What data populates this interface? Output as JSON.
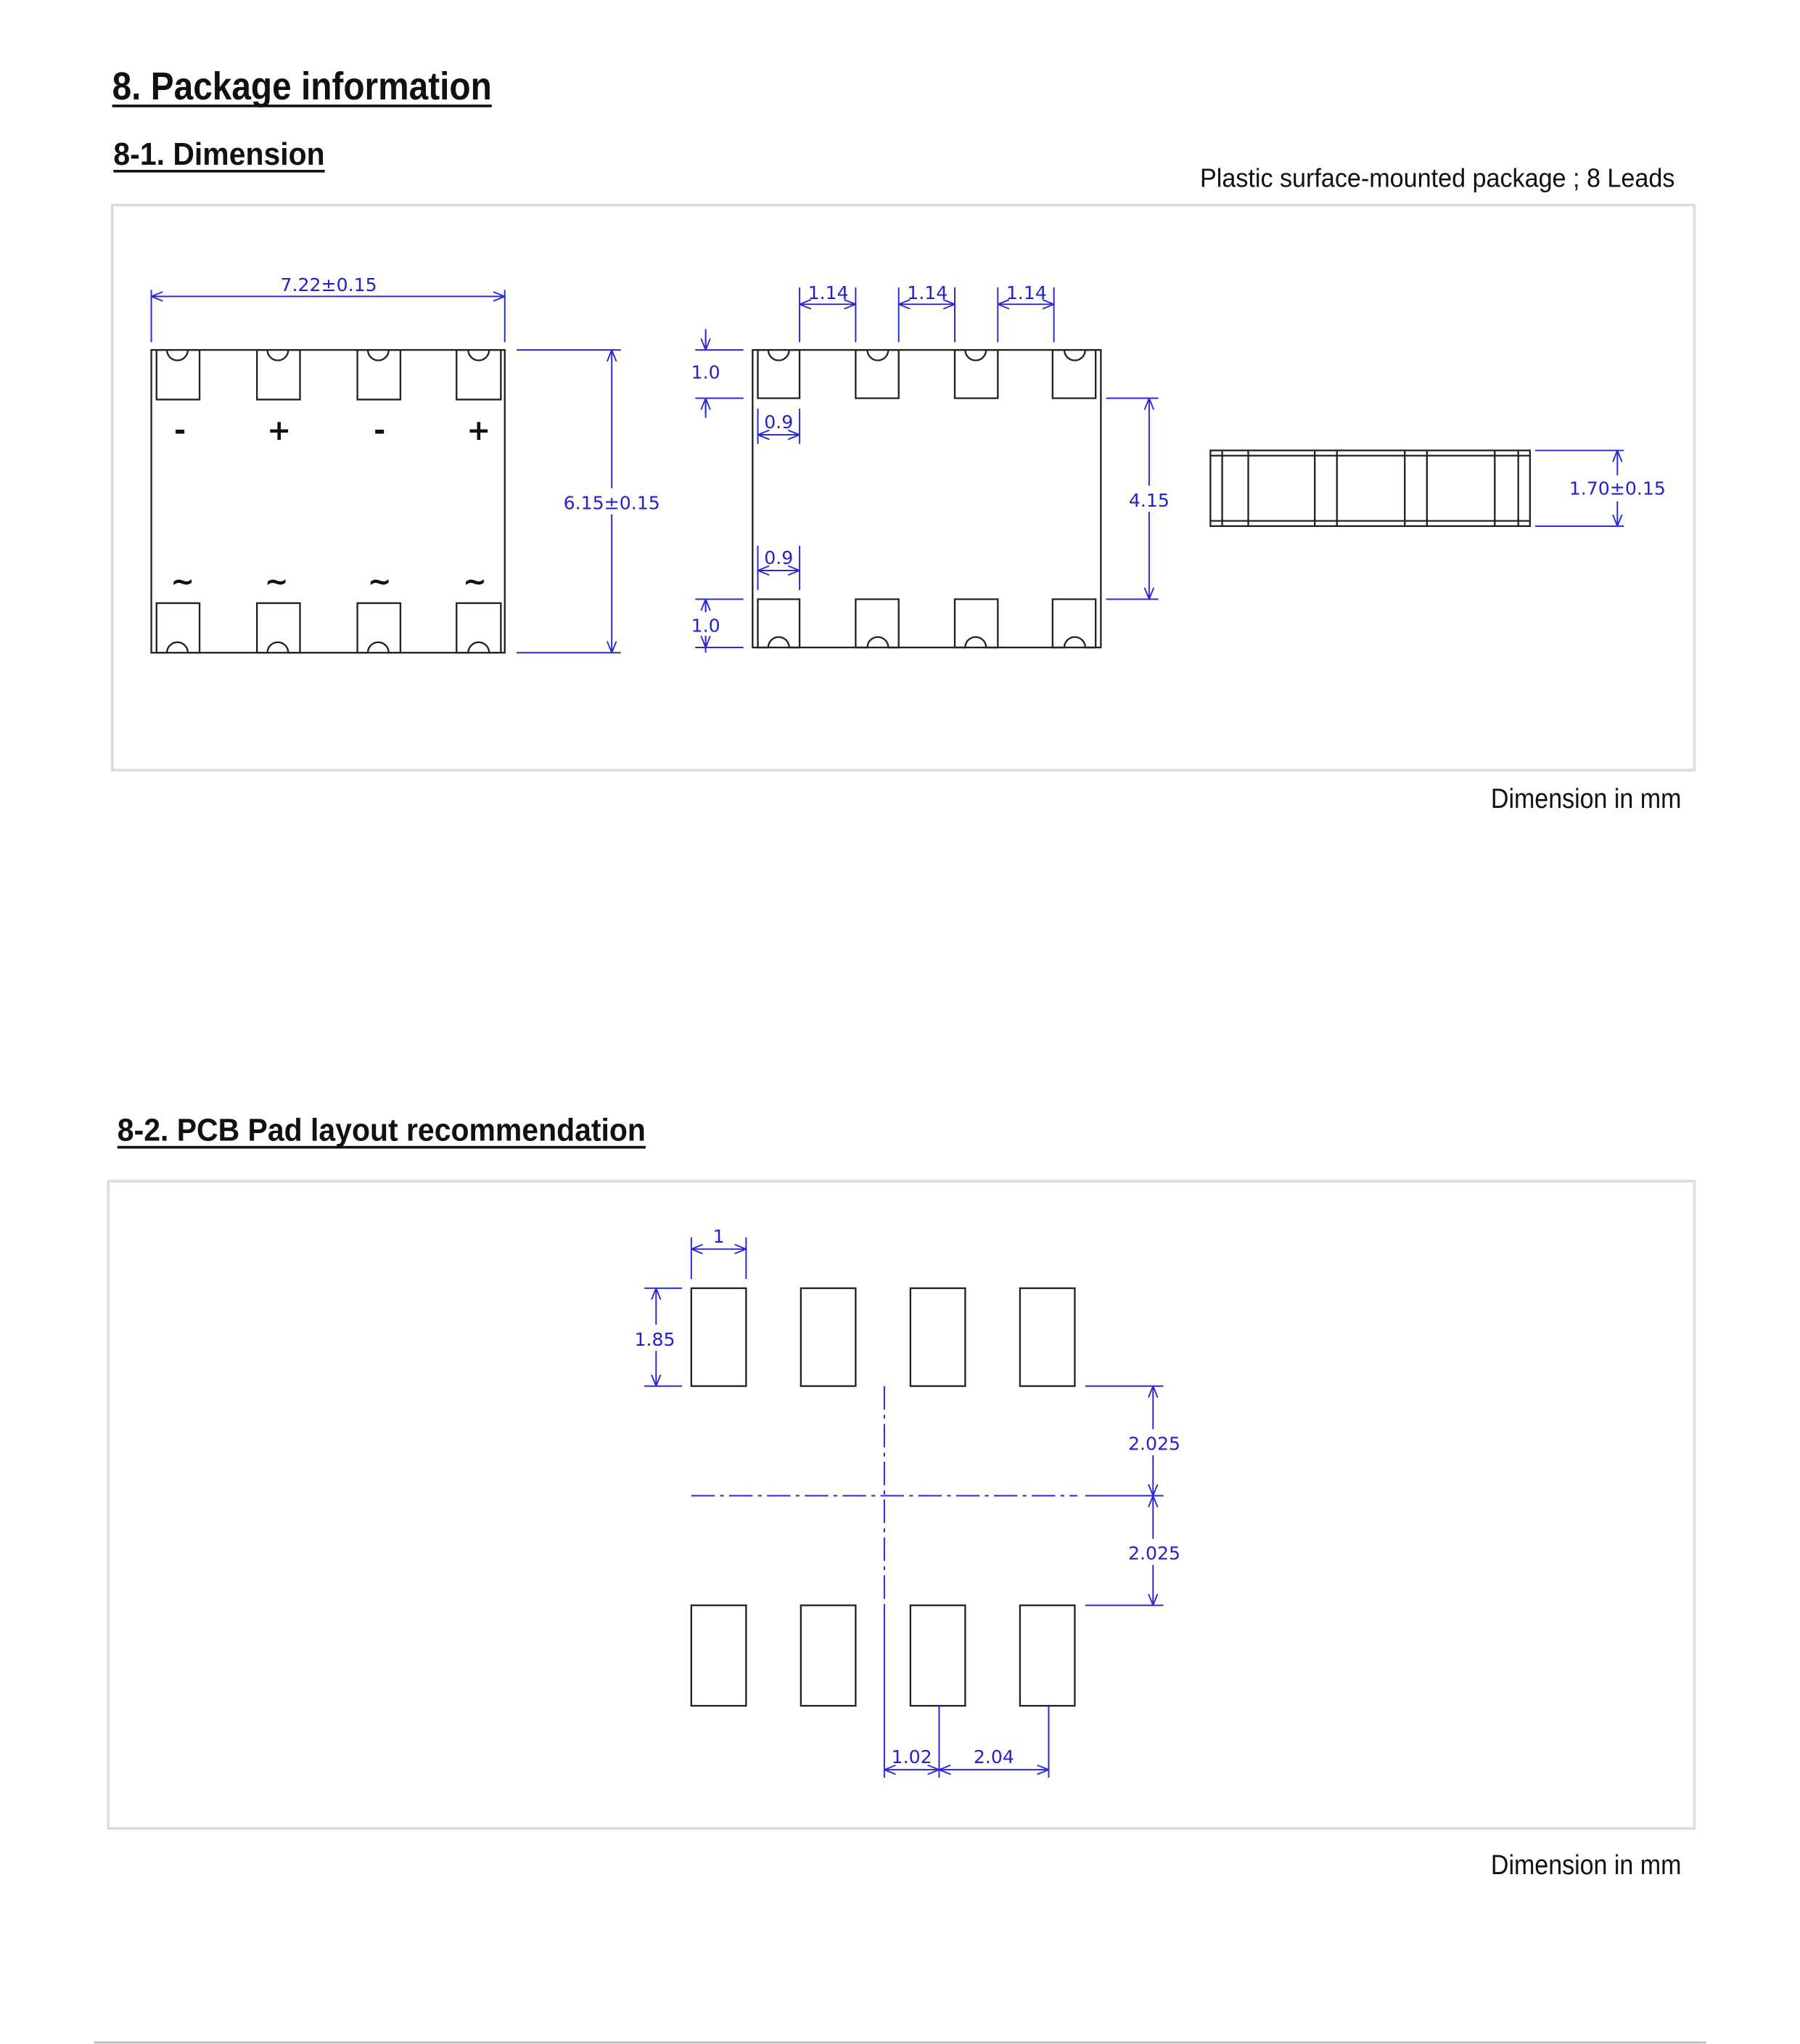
{
  "section": {
    "title": "8. Package information"
  },
  "dimension": {
    "title": "8-1. Dimension",
    "package_desc": "Plastic surface-mounted package ; 8 Leads",
    "unit_note": "Dimension in mm",
    "top_view": {
      "width": "7.22±0.15",
      "height": "6.15±0.15",
      "pin_marks_top": [
        "-",
        "+",
        "-",
        "+"
      ],
      "pin_marks_bottom": [
        "~",
        "~",
        "~",
        "~"
      ]
    },
    "bottom_view": {
      "pitch": [
        "1.14",
        "1.14",
        "1.14"
      ],
      "pad_len_top": "1.0",
      "pad_len_bottom": "1.0",
      "pad_w_top": "0.9",
      "pad_w_bottom": "0.9",
      "inner_gap": "4.15"
    },
    "side_view": {
      "thickness": "1.70±0.15"
    }
  },
  "pcb": {
    "title": "8-2. PCB Pad layout recommendation",
    "unit_note": "Dimension in mm",
    "pad_width": "1",
    "pad_height": "1.85",
    "half_span_top": "2.025",
    "half_span_bottom": "2.025",
    "center_offset": "1.02",
    "pitch": "2.04"
  }
}
